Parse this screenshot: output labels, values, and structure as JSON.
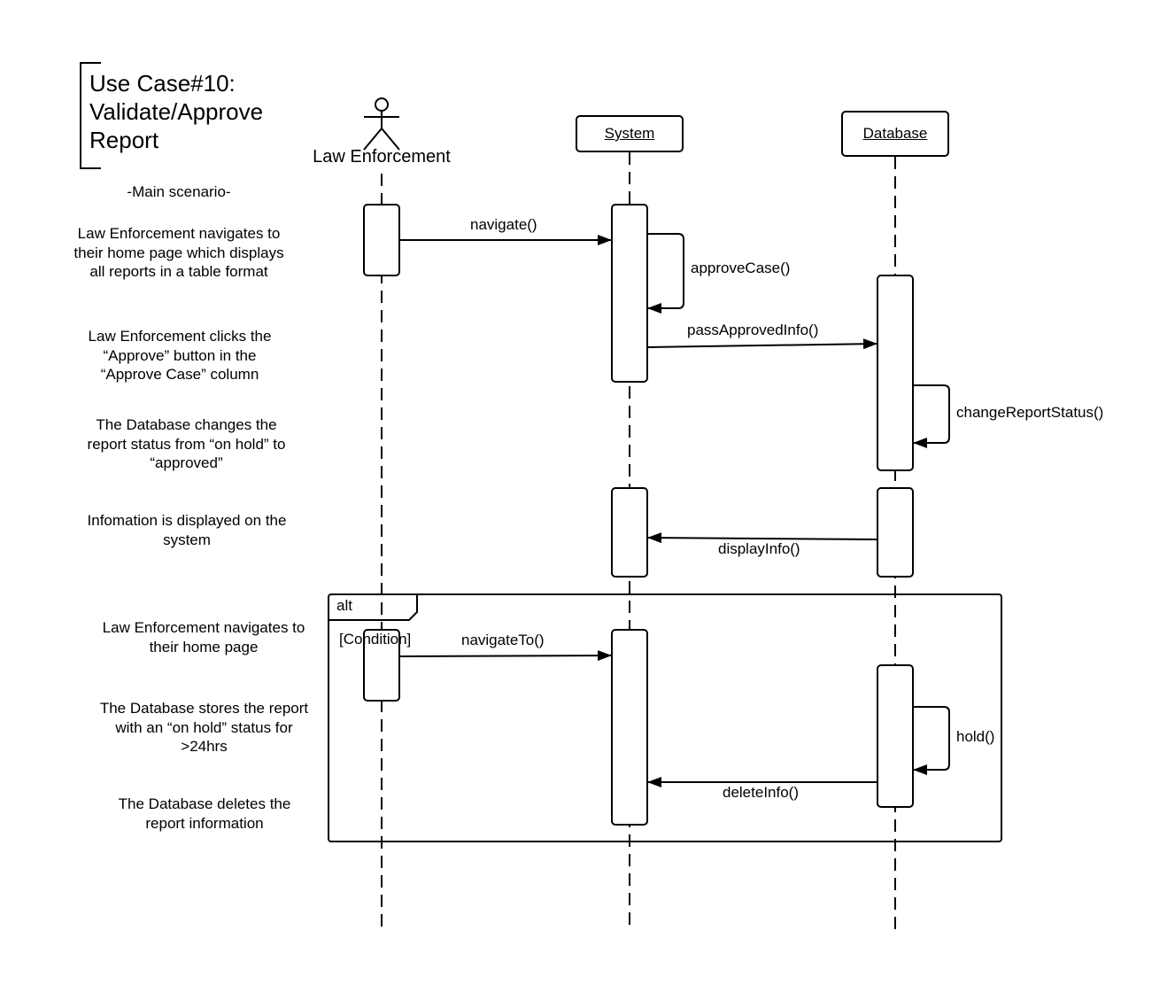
{
  "title": "Use Case#10:\nValidate/Approve\nReport",
  "main_scenario_label": "-Main scenario-",
  "scenario_steps": [
    "Law Enforcement navigates to their home page which displays all reports in a table format",
    "Law Enforcement clicks the “Approve” button in the “Approve Case” column",
    "The Database changes the report status from “on hold” to “approved”",
    "Infomation is displayed on the system",
    "Law Enforcement navigates to their home page",
    "The Database stores the report with an “on hold” status for >24hrs",
    "The Database deletes the report information"
  ],
  "lifelines": {
    "actor": "Law Enforcement",
    "system": "System",
    "database": "Database"
  },
  "messages": {
    "navigate": "navigate()",
    "approve_case": "approveCase()",
    "pass_approved_info": "passApprovedInfo()",
    "change_report_status": "changeReportStatus()",
    "display_info": "displayInfo()",
    "navigate_to": "navigateTo()",
    "hold": "hold()",
    "delete_info": "deleteInfo()"
  },
  "alt_fragment": {
    "operator": "alt",
    "guard": "[Condition]"
  }
}
